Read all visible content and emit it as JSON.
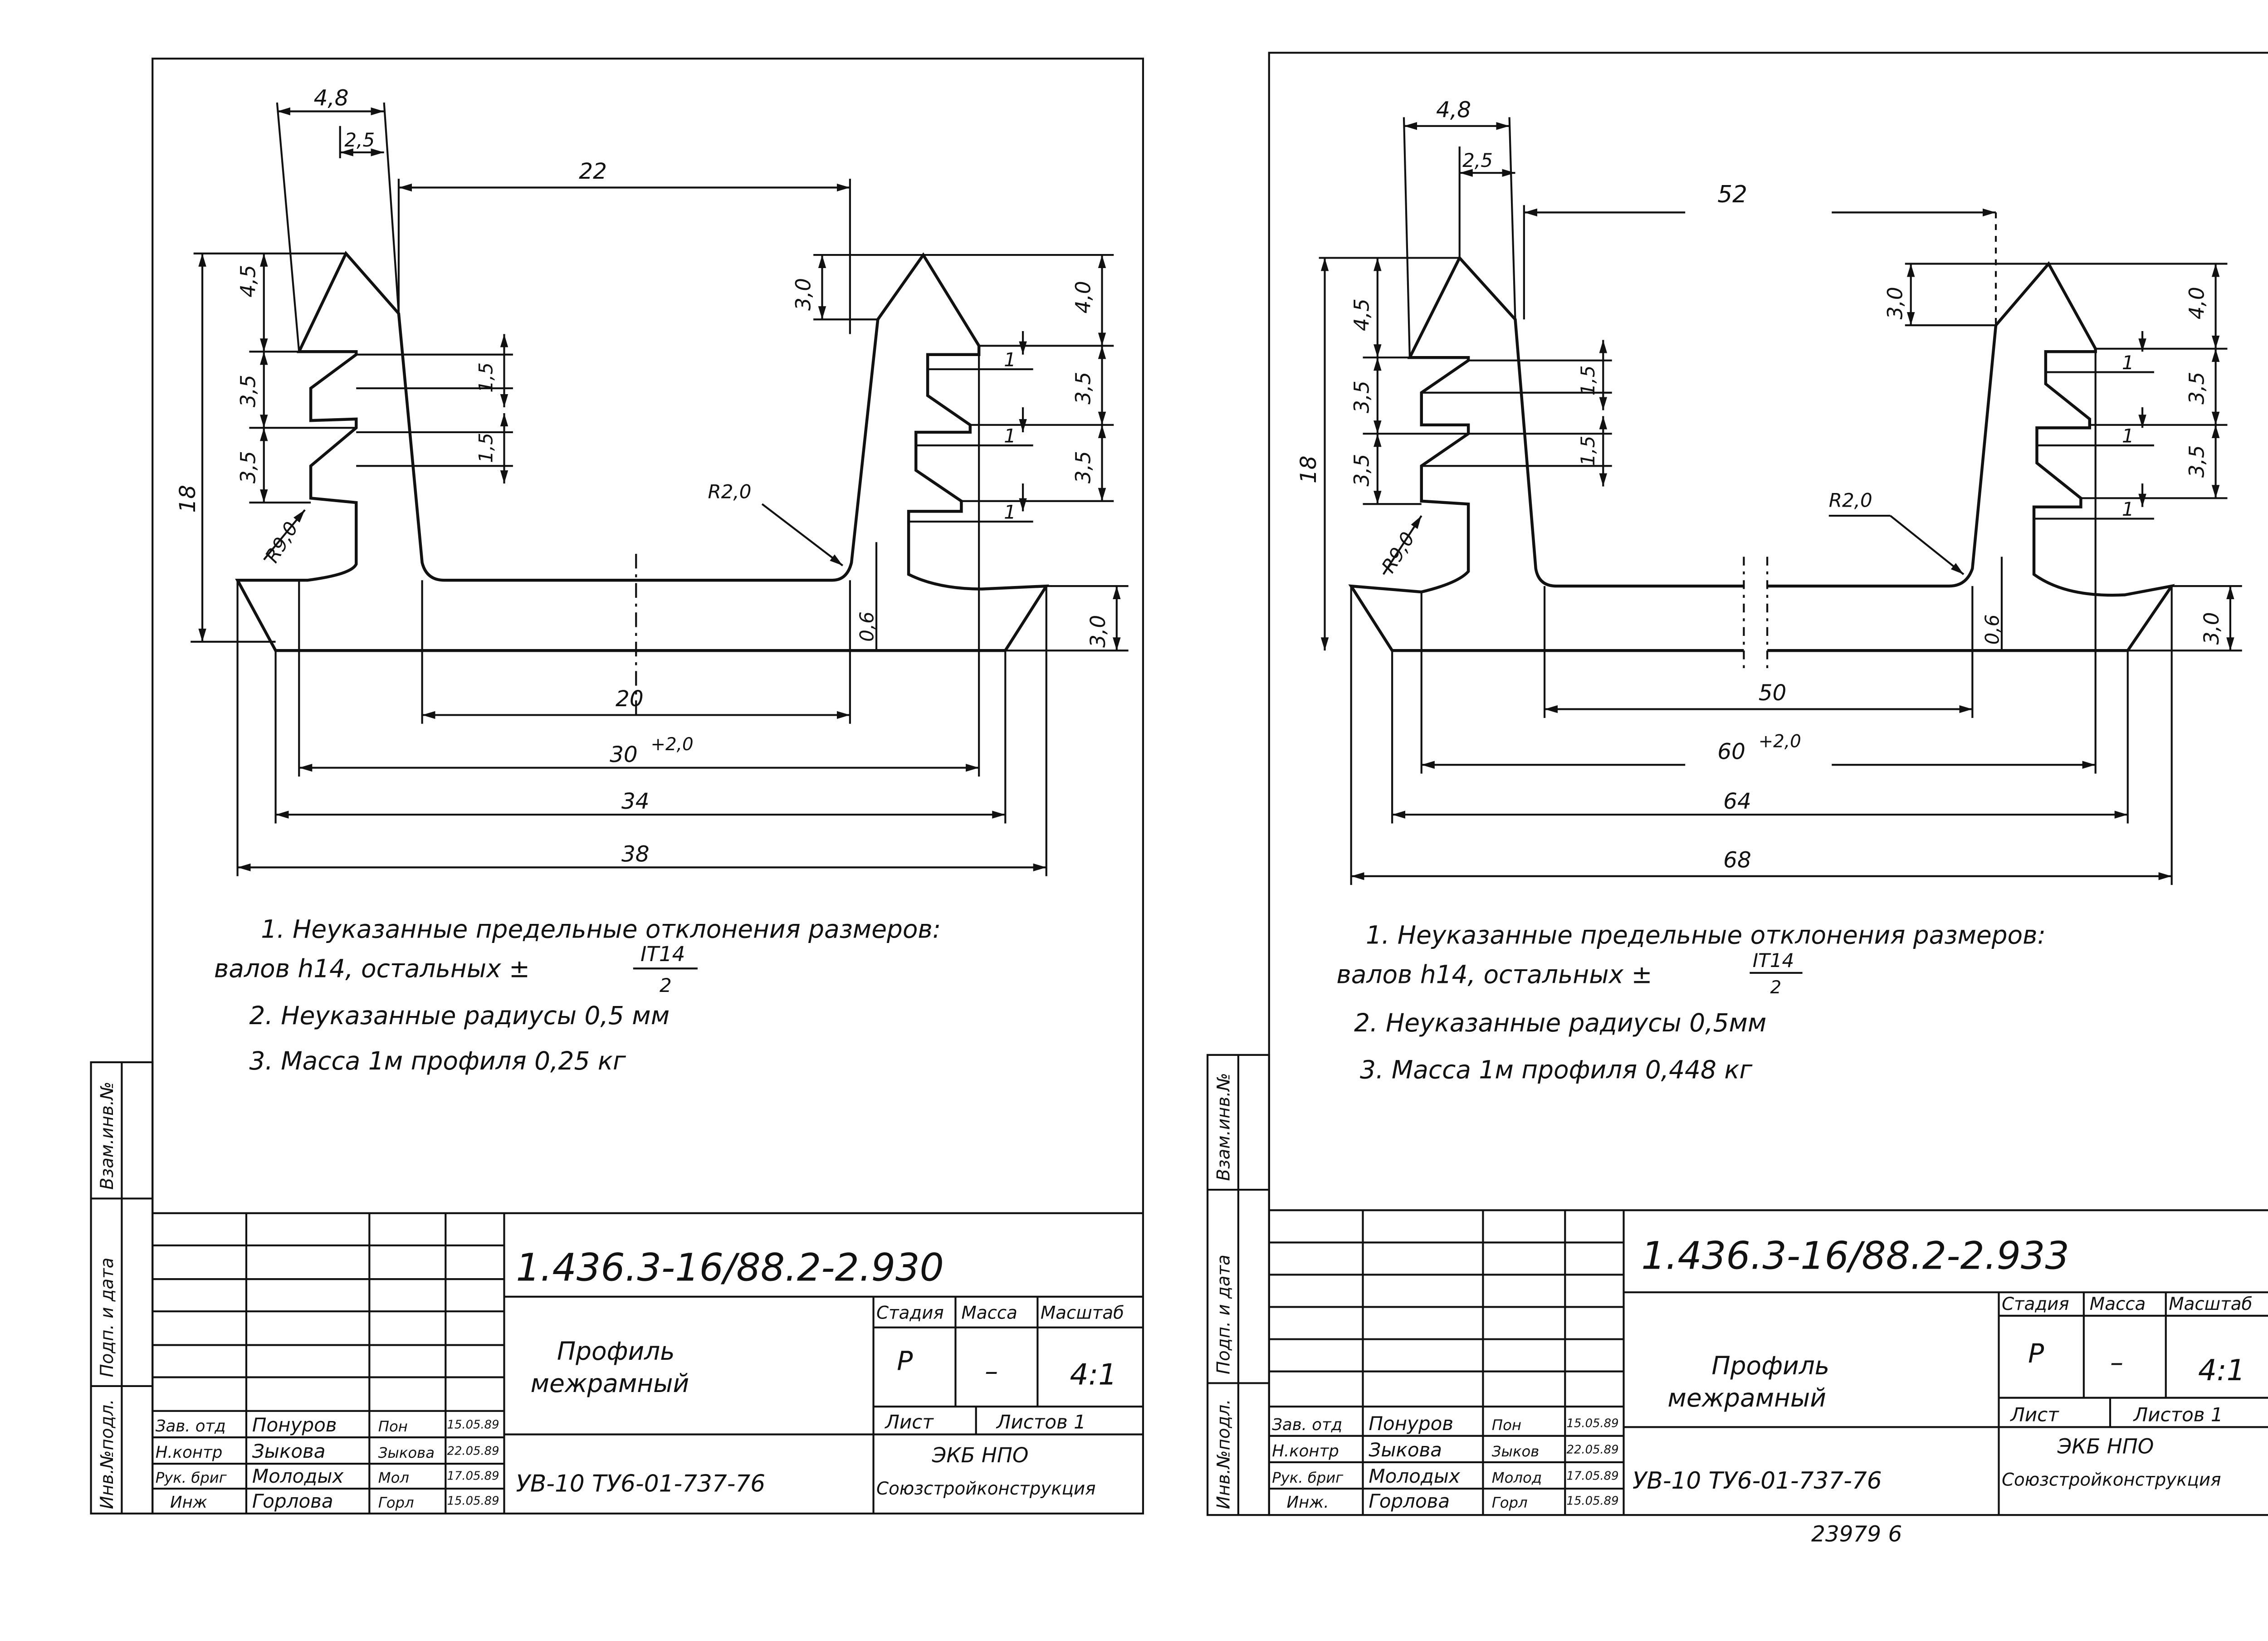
{
  "sheets": [
    {
      "dims": {
        "d4_8": "4,8",
        "d2_5": "2,5",
        "top": "22",
        "h4_5": "4,5",
        "h3_5a": "3,5",
        "h3_5b": "3,5",
        "h18": "18",
        "r9": "R9,0",
        "h1_5a": "1,5",
        "h1_5b": "1,5",
        "h3_0a": "3,0",
        "r2": "R2,0",
        "h4_0": "4,0",
        "h3_5c": "3,5",
        "h3_5d": "3,5",
        "t1a": "1",
        "t1b": "1",
        "t1c": "1",
        "h0_6": "0,6",
        "h3_0b": "3,0",
        "b20": "20",
        "b30": "30",
        "b30tol": "+2,0",
        "b34": "34",
        "b38": "38"
      },
      "notes": [
        "1. Неуказанные   предельные   отклонения размеров:",
        "валов h14,  остальных ±",
        "IT14",
        "2",
        "2. Неуказанные  радиусы   0,5 мм",
        "3.  Масса  1м профиля  0,25 кг"
      ],
      "side_labels": [
        "Взам.инв.№",
        "Подп. и дата",
        "Инв.№подл."
      ],
      "title_block": {
        "code": "1.436.3-16/88.2-2.930",
        "name": [
          "Профиль",
          "межрамный"
        ],
        "hdr": [
          "Стадия",
          "Масса",
          "Масштаб"
        ],
        "vals": [
          "Р",
          "–",
          "4:1"
        ],
        "sheet_lbl": "Лист",
        "sheets_lbl": "Листов 1",
        "rows": [
          {
            "role": "Зав. отд",
            "name": "Понуров",
            "sign": "Пон",
            "date": "15.05.89"
          },
          {
            "role": "Н.контр",
            "name": "Зыкова",
            "sign": "Зыкова",
            "date": "22.05.89"
          },
          {
            "role": "Рук. бриг",
            "name": "Молодых",
            "sign": "Мол",
            "date": "17.05.89"
          },
          {
            "role": "Инж",
            "name": "Горлова",
            "sign": "Горл",
            "date": "15.05.89"
          }
        ],
        "material": "УВ-10 ТУ6-01-737-76",
        "org": [
          "ЭКБ  НПО",
          "Союзстройконструкция"
        ]
      }
    },
    {
      "dims": {
        "d4_8": "4,8",
        "d2_5": "2,5",
        "top": "52",
        "h4_5": "4,5",
        "h3_5a": "3,5",
        "h3_5b": "3,5",
        "h18": "18",
        "r9": "R9,0",
        "h1_5a": "1,5",
        "h1_5b": "1,5",
        "h3_0a": "3,0",
        "r2": "R2,0",
        "h4_0": "4,0",
        "h3_5c": "3,5",
        "h3_5d": "3,5",
        "t1a": "1",
        "t1b": "1",
        "t1c": "1",
        "h0_6": "0,6",
        "h3_0b": "3,0",
        "b20": "50",
        "b30": "60",
        "b30tol": "+2,0",
        "b34": "64",
        "b38": "68"
      },
      "notes": [
        "1. Неуказанные    предельные  отклонения размеров:",
        "валов h14,  остальных ±",
        "IT14",
        "2",
        "2. Неуказанные  радиусы  0,5мм",
        "3. Масса   1м  профиля  0,448 кг"
      ],
      "side_labels": [
        "Взам.инв.№",
        "Подп. и дата",
        "Инв.№подл."
      ],
      "title_block": {
        "code": "1.436.3-16/88.2-2.933",
        "name": [
          "Профиль",
          "межрамный"
        ],
        "hdr": [
          "Стадия",
          "Масса",
          "Масштаб"
        ],
        "vals": [
          "Р",
          "–",
          "4:1"
        ],
        "sheet_lbl": "Лист",
        "sheets_lbl": "Листов 1",
        "rows": [
          {
            "role": "Зав. отд",
            "name": "Понуров",
            "sign": "Пон",
            "date": "15.05.89"
          },
          {
            "role": "Н.контр",
            "name": "Зыкова",
            "sign": "Зыков",
            "date": "22.05.89"
          },
          {
            "role": "Рук. бриг",
            "name": "Молодых",
            "sign": "Молод",
            "date": "17.05.89"
          },
          {
            "role": "Инж.",
            "name": "Горлова",
            "sign": "Горл",
            "date": "15.05.89"
          }
        ],
        "material": "УВ-10 ТУ6-01-737-76",
        "org": [
          "ЭКБ  НПО",
          "Союзстройконструкция"
        ]
      },
      "footer": "23979   6"
    }
  ]
}
